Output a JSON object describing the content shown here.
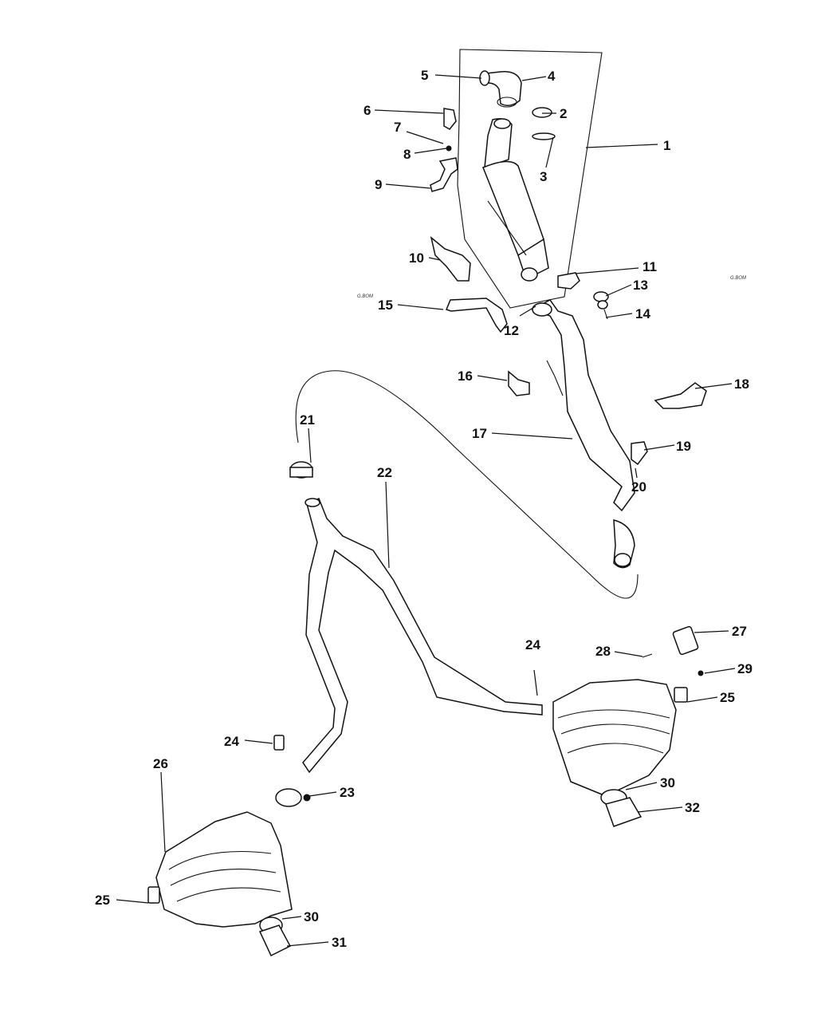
{
  "diagram": {
    "title": "Exhaust System Parts Diagram",
    "watermarks": [
      "G.BOM",
      "G.BOM"
    ],
    "callouts": [
      {
        "id": "1",
        "text": "1"
      },
      {
        "id": "2",
        "text": "2"
      },
      {
        "id": "3",
        "text": "3"
      },
      {
        "id": "4",
        "text": "4"
      },
      {
        "id": "5",
        "text": "5"
      },
      {
        "id": "6",
        "text": "6"
      },
      {
        "id": "7",
        "text": "7"
      },
      {
        "id": "8",
        "text": "8"
      },
      {
        "id": "9",
        "text": "9"
      },
      {
        "id": "10",
        "text": "10"
      },
      {
        "id": "11",
        "text": "11"
      },
      {
        "id": "12",
        "text": "12"
      },
      {
        "id": "13",
        "text": "13"
      },
      {
        "id": "14",
        "text": "14"
      },
      {
        "id": "15",
        "text": "15"
      },
      {
        "id": "16",
        "text": "16"
      },
      {
        "id": "17",
        "text": "17"
      },
      {
        "id": "18",
        "text": "18"
      },
      {
        "id": "19",
        "text": "19"
      },
      {
        "id": "20",
        "text": "20"
      },
      {
        "id": "21",
        "text": "21"
      },
      {
        "id": "22",
        "text": "22"
      },
      {
        "id": "23",
        "text": "23"
      },
      {
        "id": "24a",
        "text": "24"
      },
      {
        "id": "24b",
        "text": "24"
      },
      {
        "id": "25a",
        "text": "25"
      },
      {
        "id": "25b",
        "text": "25"
      },
      {
        "id": "26",
        "text": "26"
      },
      {
        "id": "27",
        "text": "27"
      },
      {
        "id": "28",
        "text": "28"
      },
      {
        "id": "29",
        "text": "29"
      },
      {
        "id": "30a",
        "text": "30"
      },
      {
        "id": "30b",
        "text": "30"
      },
      {
        "id": "31",
        "text": "31"
      },
      {
        "id": "32",
        "text": "32"
      }
    ]
  }
}
